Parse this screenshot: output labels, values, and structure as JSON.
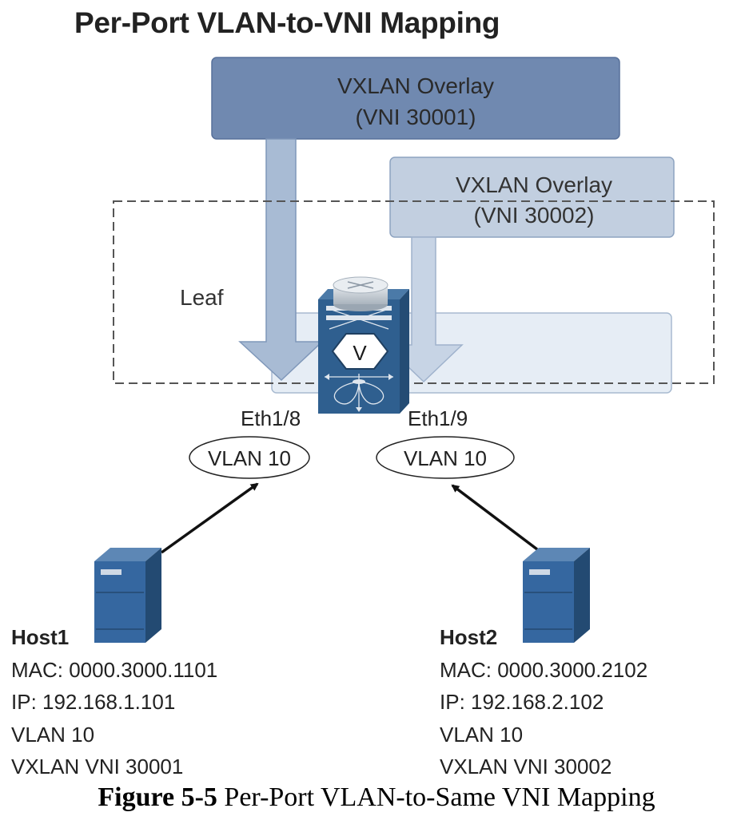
{
  "title": "Per-Port VLAN-to-VNI Mapping",
  "overlays": [
    {
      "line1": "VXLAN Overlay",
      "line2": "(VNI 30001)"
    },
    {
      "line1": "VXLAN Overlay",
      "line2": "(VNI 30002)"
    }
  ],
  "leaf_label": "Leaf",
  "vtep_label": "V",
  "ports": [
    {
      "name": "Eth1/8",
      "vlan": "VLAN 10"
    },
    {
      "name": "Eth1/9",
      "vlan": "VLAN 10"
    }
  ],
  "hosts": [
    {
      "name": "Host1",
      "mac": "MAC: 0000.3000.1101",
      "ip": "IP: 192.168.1.101",
      "vlan": "VLAN 10",
      "vni": "VXLAN VNI 30001"
    },
    {
      "name": "Host2",
      "mac": "MAC: 0000.3000.2102",
      "ip": "IP: 192.168.2.102",
      "vlan": "VLAN 10",
      "vni": "VXLAN VNI 30002"
    }
  ],
  "caption": {
    "label": "Figure 5-5",
    "text": " Per-Port VLAN-to-Same VNI Mapping"
  },
  "colors": {
    "overlay1": "#6e8bb1",
    "overlay2": "#b9c8dc",
    "arrow1": "#a8bbd4",
    "arrow2": "#c7d4e5",
    "device": "#2f5f8f"
  }
}
